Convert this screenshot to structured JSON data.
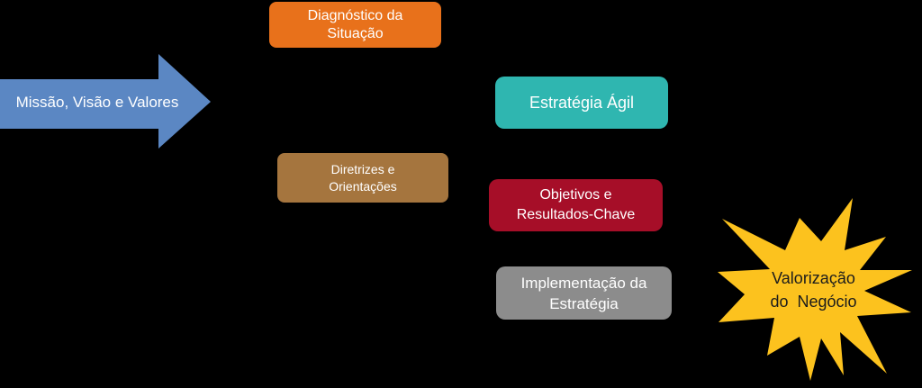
{
  "canvas": {
    "background": "#000000"
  },
  "arrow": {
    "label": "Missão, Visão e Valores",
    "color": "#5B87C3",
    "text_color": "#FFFFFF"
  },
  "boxes": [
    {
      "id": "diagnostico-da-situacao",
      "label": "Diagnóstico da\nSituação",
      "color": "#E8711B",
      "text_color": "#FFFFFF"
    },
    {
      "id": "estrategia-agil",
      "label": "Estratégia Ágil",
      "color": "#2FB6B0",
      "text_color": "#FFFFFF"
    },
    {
      "id": "diretrizes-e-orientacoes",
      "label": "Diretrizes e\nOrientações",
      "color": "#A5753E",
      "text_color": "#FFFFFF"
    },
    {
      "id": "objetivos-resultados-chave",
      "label": "Objetivos e\nResultados-Chave",
      "color": "#A60E28",
      "text_color": "#FFFFFF"
    },
    {
      "id": "implementacao-estrategia",
      "label": "Implementação da\nEstratégia",
      "color": "#8C8C8C",
      "text_color": "#FFFFFF"
    }
  ],
  "star": {
    "label": "Valorização\ndo  Negócio",
    "color": "#FCC21E",
    "text_color": "#1C1C1C"
  }
}
